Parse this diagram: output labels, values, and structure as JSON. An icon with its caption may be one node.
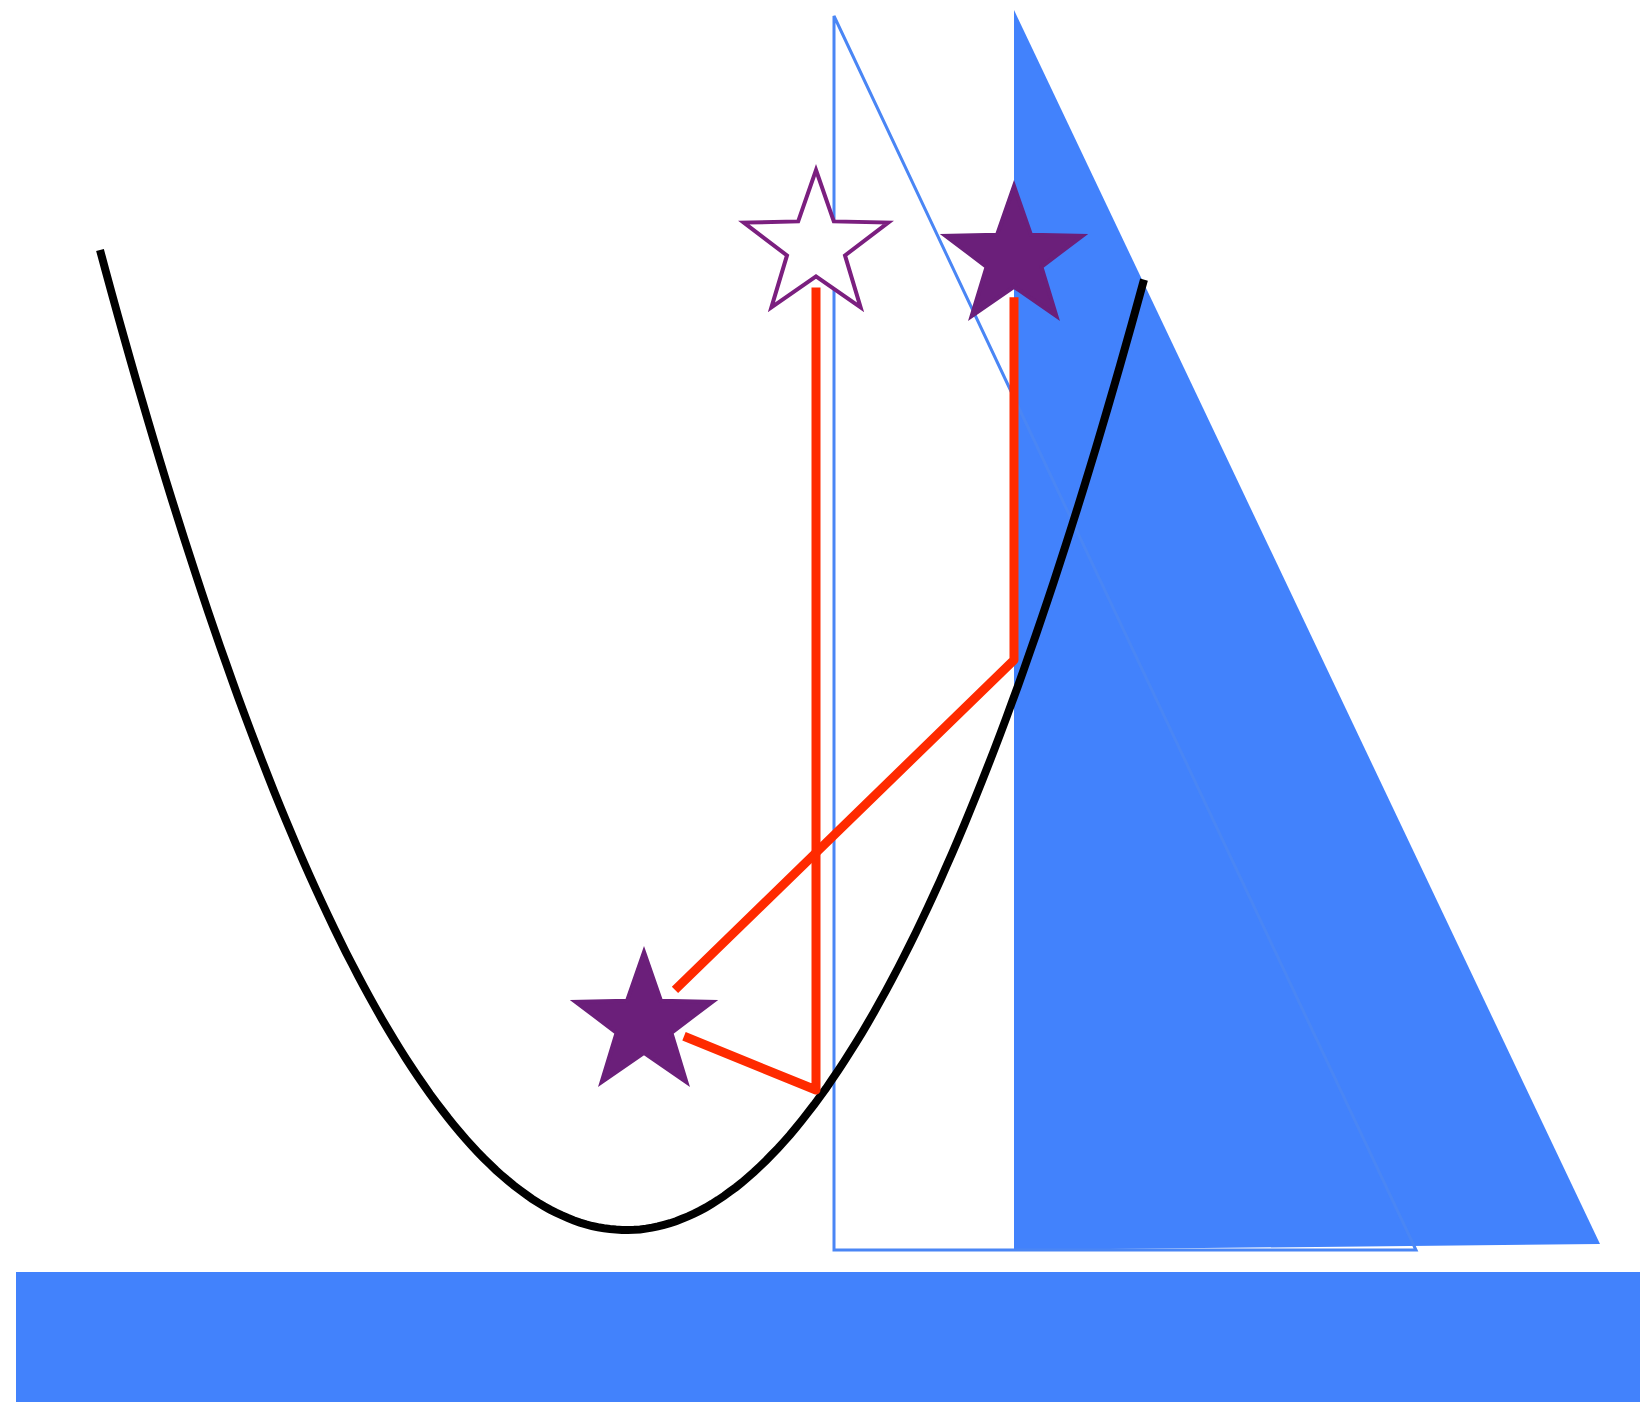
{
  "diagram": {
    "nodes": [
      {
        "text": [],
        "shape": "star"
      },
      {
        "text": [],
        "shape": "star"
      },
      {
        "text": [],
        "shape": "star"
      }
    ],
    "edges": [
      {
        "from": 0,
        "to": 2,
        "arrow": "none"
      },
      {
        "from": 1,
        "to": 2,
        "arrow": "none"
      }
    ]
  }
}
